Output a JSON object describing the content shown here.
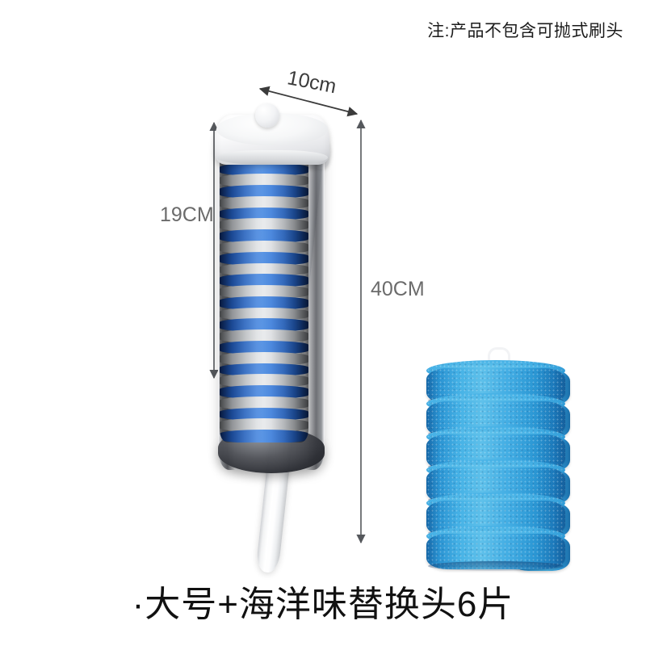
{
  "product": {
    "note": "注:产品不包含可抛式刷头",
    "caption": "·大号+海洋味替换头6片"
  },
  "dimensions": {
    "width_label": "10cm",
    "canister_height_label": "19CM",
    "total_height_label": "40CM"
  },
  "icons": {
    "width_arrow": "double-arrow-horizontal",
    "canister_arrow": "double-arrow-vertical",
    "total_arrow": "double-arrow-vertical"
  },
  "dispenser": {
    "name": "toilet-brush-dispenser",
    "lid_knob": "lid-knob",
    "handle": "brush-handle",
    "bands": [
      {
        "type": "blue"
      },
      {
        "type": "grey"
      },
      {
        "type": "blue"
      },
      {
        "type": "grey"
      },
      {
        "type": "blue"
      },
      {
        "type": "grey"
      },
      {
        "type": "blue"
      },
      {
        "type": "grey"
      },
      {
        "type": "blue"
      },
      {
        "type": "grey"
      },
      {
        "type": "blue"
      },
      {
        "type": "grey"
      },
      {
        "type": "blue"
      },
      {
        "type": "grey"
      },
      {
        "type": "blue"
      },
      {
        "type": "grey"
      },
      {
        "type": "blue"
      },
      {
        "type": "grey"
      },
      {
        "type": "blue"
      },
      {
        "type": "grey"
      },
      {
        "type": "blue"
      },
      {
        "type": "grey"
      },
      {
        "type": "blue"
      },
      {
        "type": "grey"
      },
      {
        "type": "blue"
      },
      {
        "type": "grey"
      },
      {
        "type": "blue"
      }
    ]
  },
  "refills": {
    "name": "replacement-sponge-heads",
    "count": 6,
    "cap": "refill-cap",
    "hook": "refill-hook"
  },
  "colors": {
    "background": "#ffffff",
    "sponge_blue": "#45b0e5",
    "canister_blue": "#2f6fd0",
    "band_grey": "#cfd2d5",
    "text": "#111111",
    "dim_text": "#6b6b6b"
  }
}
